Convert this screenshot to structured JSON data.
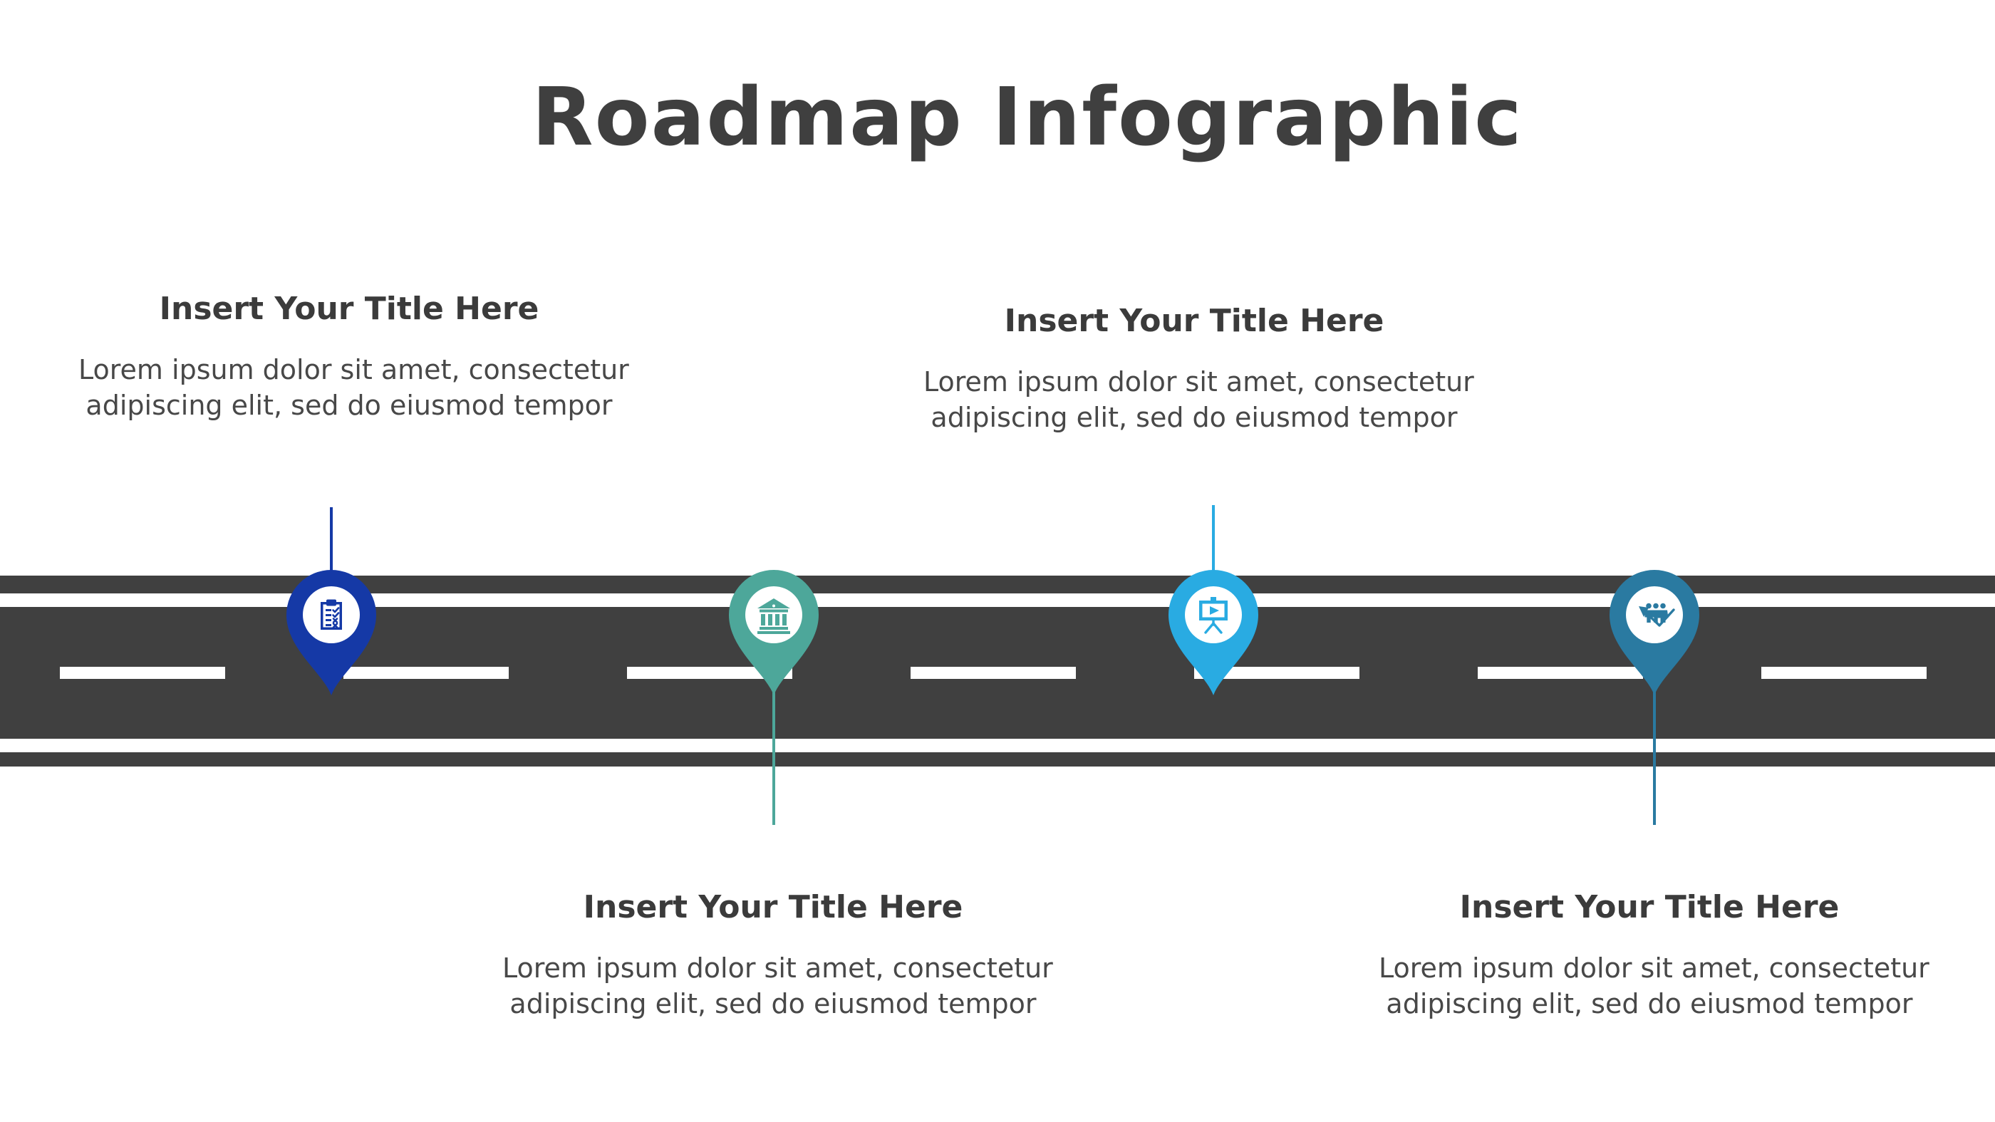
{
  "page": {
    "title": "Roadmap Infographic",
    "background_color": "#ffffff",
    "title_color": "#3f3f3f",
    "body_text_color": "#484848"
  },
  "road": {
    "asphalt_color": "#404040",
    "marking_color": "#ffffff"
  },
  "milestones": [
    {
      "index": "1",
      "side": "top",
      "title": "Insert Your Title Here",
      "description_line1": "Lorem ipsum dolor sit amet, consectetur",
      "description_line2": "adipiscing elit, sed do eiusmod tempor",
      "color": "#1539A6",
      "icon": "clipboard-checklist-icon"
    },
    {
      "index": "2",
      "side": "bottom",
      "title": "Insert Your Title Here",
      "description_line1": "Lorem ipsum dolor sit amet, consectetur",
      "description_line2": "adipiscing elit, sed do eiusmod tempor",
      "color": "#4DA79A",
      "icon": "bank-building-icon"
    },
    {
      "index": "3",
      "side": "top",
      "title": "Insert Your Title Here",
      "description_line1": "Lorem ipsum dolor sit amet, consectetur",
      "description_line2": "adipiscing elit, sed do eiusmod tempor",
      "color": "#29ABE2",
      "icon": "presentation-play-icon"
    },
    {
      "index": "4",
      "side": "bottom",
      "title": "Insert Your Title Here",
      "description_line1": "Lorem ipsum dolor sit amet, consectetur",
      "description_line2": "adipiscing elit, sed do eiusmod tempor",
      "color": "#2A7AA1",
      "icon": "team-growth-arrow-icon"
    }
  ]
}
